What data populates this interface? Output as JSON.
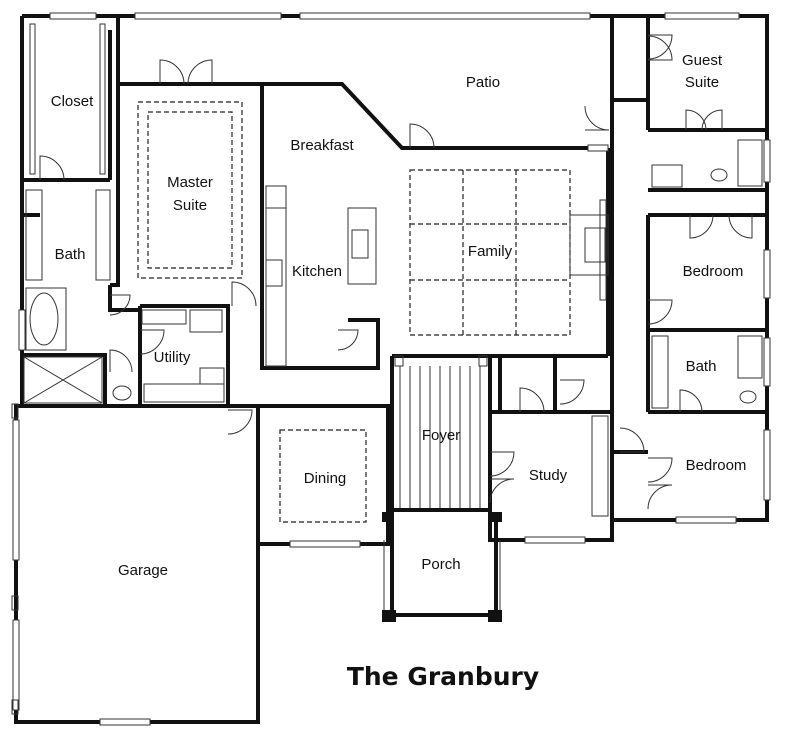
{
  "plan_title": "The Granbury",
  "rooms": {
    "closet": "Closet",
    "patio": "Patio",
    "guest_suite_line1": "Guest",
    "guest_suite_line2": "Suite",
    "breakfast": "Breakfast",
    "master_suite_line1": "Master",
    "master_suite_line2": "Suite",
    "bath_master": "Bath",
    "kitchen": "Kitchen",
    "family": "Family",
    "bedroom_upper": "Bedroom",
    "utility": "Utility",
    "bath_right": "Bath",
    "foyer": "Foyer",
    "bedroom_lower": "Bedroom",
    "dining": "Dining",
    "study": "Study",
    "garage": "Garage",
    "porch": "Porch"
  }
}
